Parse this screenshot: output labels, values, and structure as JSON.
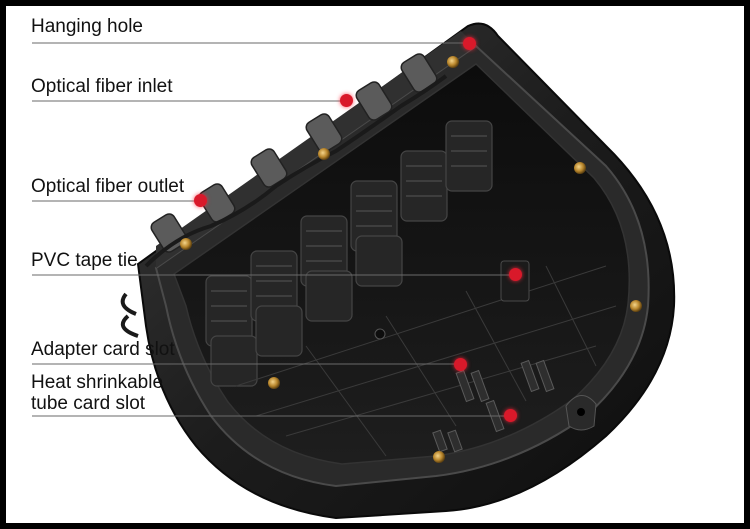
{
  "callouts": [
    {
      "id": "hanging-hole",
      "label": "Hanging hole"
    },
    {
      "id": "optical-fiber-inlet",
      "label": "Optical fiber inlet"
    },
    {
      "id": "optical-fiber-outlet",
      "label": "Optical fiber outlet"
    },
    {
      "id": "pvc-tape-tie",
      "label": "PVC tape tie"
    },
    {
      "id": "adapter-card-slot",
      "label": "Adapter card slot"
    },
    {
      "id": "heat-shrinkable-tube-card-slot",
      "label_line1": "Heat shrinkable",
      "label_line2": "tube card slot"
    }
  ],
  "colors": {
    "marker": "#d9192a",
    "leader_line": "#6a6a6a",
    "enclosure": "#141414",
    "background": "#ffffff"
  }
}
